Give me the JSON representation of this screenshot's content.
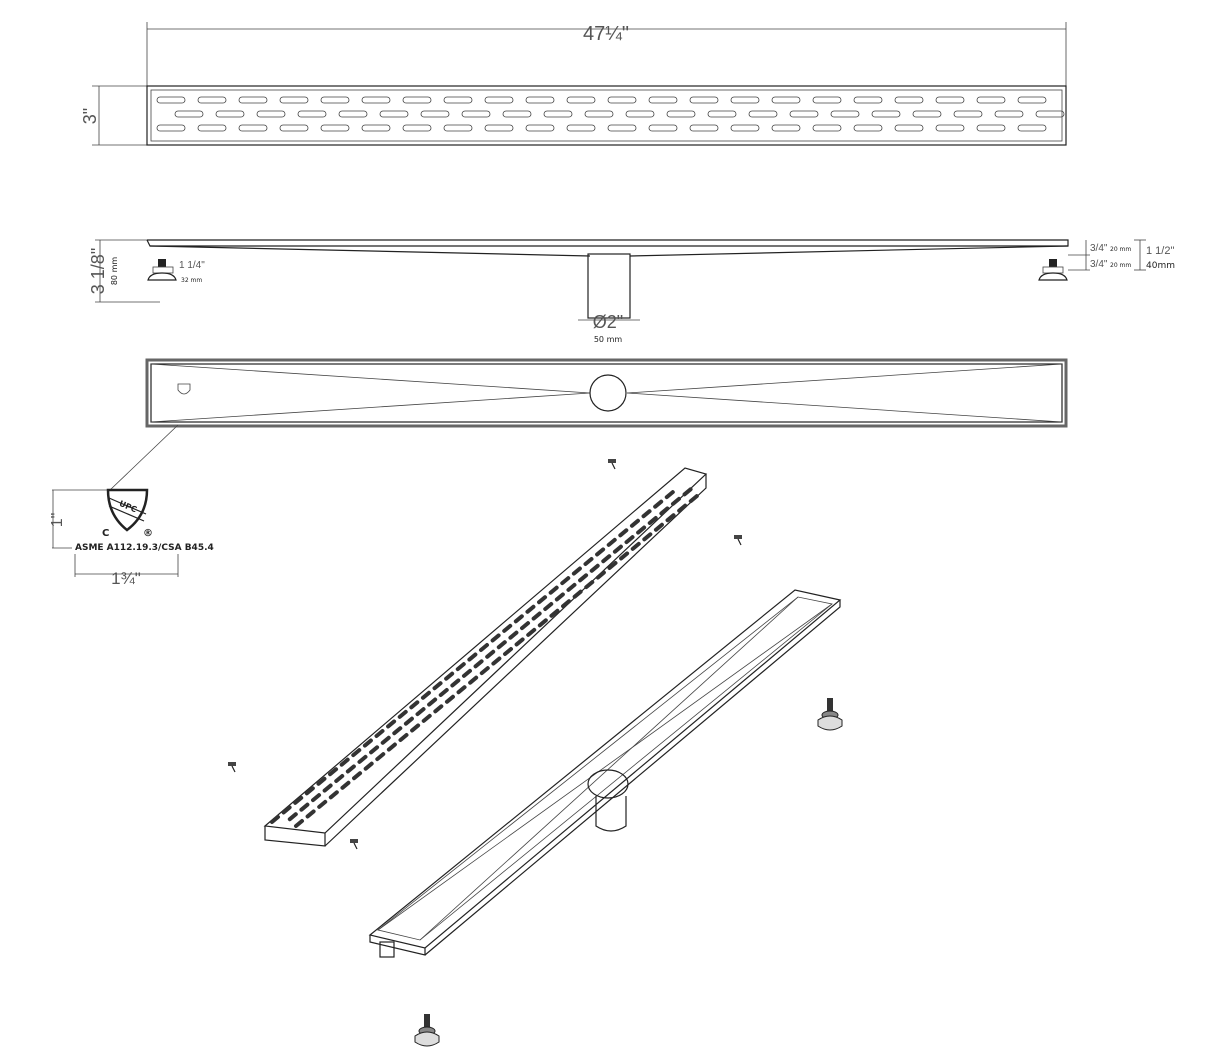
{
  "top_view": {
    "length_label": "47¼\"",
    "width_label": "3\""
  },
  "side_view": {
    "height_label": "3 1/8\"",
    "height_mm": "80 mm",
    "foot_label": "1 1/4\"",
    "foot_mm": "32 mm",
    "right_upper_label": "3/4\"",
    "right_upper_mm": "20 mm",
    "right_lower_label": "3/4\"",
    "right_lower_mm": "20 mm",
    "right_total_label": "1 1/2\"",
    "right_total_mm": "40mm",
    "outlet_label": "Ø2\"",
    "outlet_mm": "50 mm"
  },
  "badge": {
    "upc_text": "UPC",
    "c_mark": "C",
    "registered_mark": "®",
    "standard": "ASME A112.19.3/CSA B45.4",
    "height_label": "1\"",
    "width_label": "1¾\""
  },
  "colors": {
    "line": "#222222",
    "dim": "#555555"
  }
}
